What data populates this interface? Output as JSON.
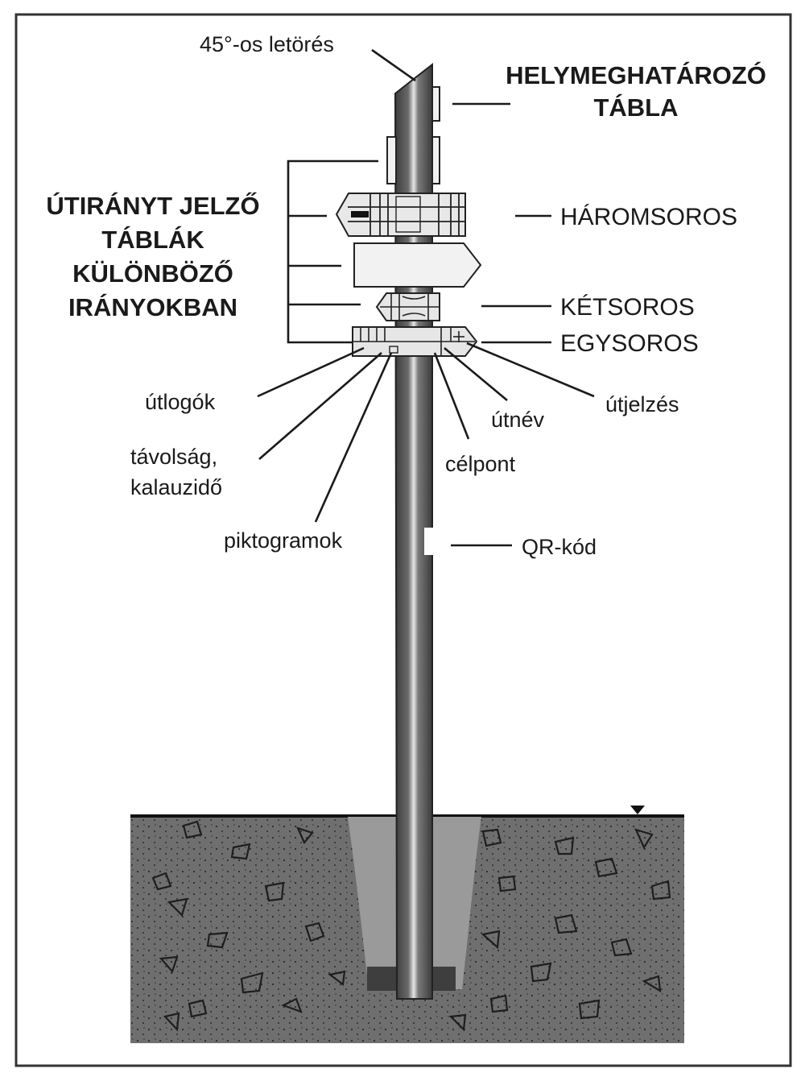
{
  "labels": {
    "chamfer": "45°-os letörés",
    "location_sign_1": "HELYMEGHATÁROZÓ",
    "location_sign_2": "TÁBLA",
    "direction_signs_1": "ÚTIRÁNYT JELZŐ",
    "direction_signs_2": "TÁBLÁK",
    "direction_signs_3": "KÜLÖNBÖZŐ",
    "direction_signs_4": "IRÁNYOKBAN",
    "three_row": "HÁROMSOROS",
    "two_row": "KÉTSOROS",
    "one_row": "EGYSOROS",
    "route_logos": "útlogók",
    "distance_1": "távolság,",
    "distance_2": "kalauzidő",
    "pictograms": "piktogramok",
    "destination": "célpont",
    "route_name": "útnév",
    "route_marking": "útjelzés",
    "qr_code": "QR-kód"
  },
  "colors": {
    "ground": "#6f6f6f",
    "concrete": "#999999",
    "pole": "#555555",
    "pole_highlight": "#dddddd",
    "sign_fill": "#e8e8e8",
    "line": "#1a1a1a",
    "border": "#333333"
  }
}
